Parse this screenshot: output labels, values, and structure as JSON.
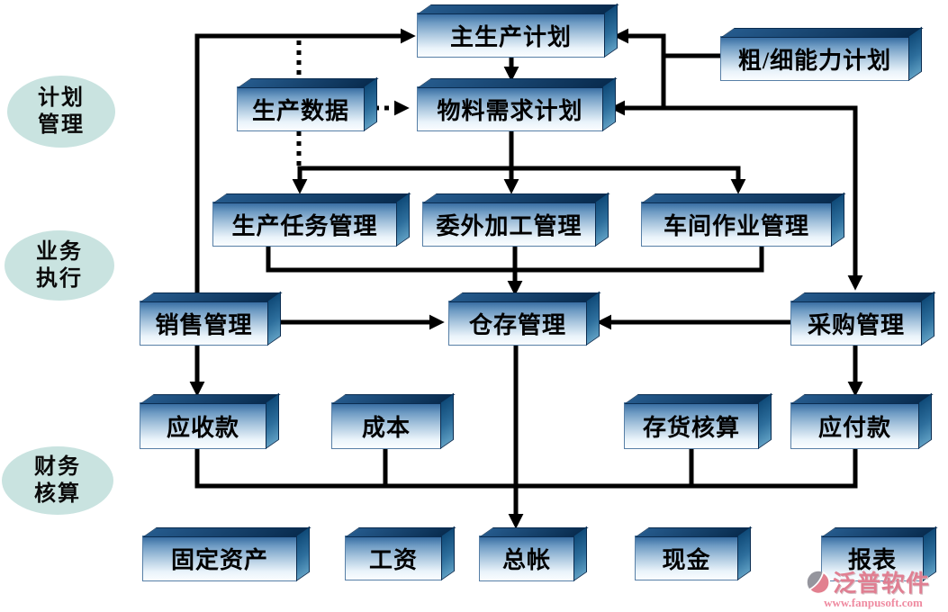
{
  "groups": [
    {
      "id": "plan",
      "line1": "计划",
      "line2": "管理"
    },
    {
      "id": "exec",
      "line1": "业务",
      "line2": "执行"
    },
    {
      "id": "finance",
      "line1": "财务",
      "line2": "核算"
    }
  ],
  "nodes": {
    "mps": "主生产计划",
    "capacity": "粗/细能力计划",
    "proddata": "生产数据",
    "mrp": "物料需求计划",
    "prodtask": "生产任务管理",
    "outsourcing": "委外加工管理",
    "workshop": "车间作业管理",
    "sales": "销售管理",
    "warehouse": "仓存管理",
    "purchase": "采购管理",
    "receivable": "应收款",
    "cost": "成本",
    "inventory": "存货核算",
    "payable": "应付款",
    "fixedassets": "固定资产",
    "salary": "工资",
    "ledger": "总帐",
    "cash": "现金",
    "report": "报表"
  },
  "watermark": {
    "brand": "泛普软件",
    "url": "www.fanpusoft.com"
  },
  "colors": {
    "box_face_top": "#33699f",
    "box_face_bottom": "#fbfdff",
    "box_top_face": "#0a2c50",
    "box_side_face": "#2d6e9c",
    "oval_fill": "#c9e3e0",
    "line": "#000000",
    "brand_pink": "#e07f92"
  }
}
